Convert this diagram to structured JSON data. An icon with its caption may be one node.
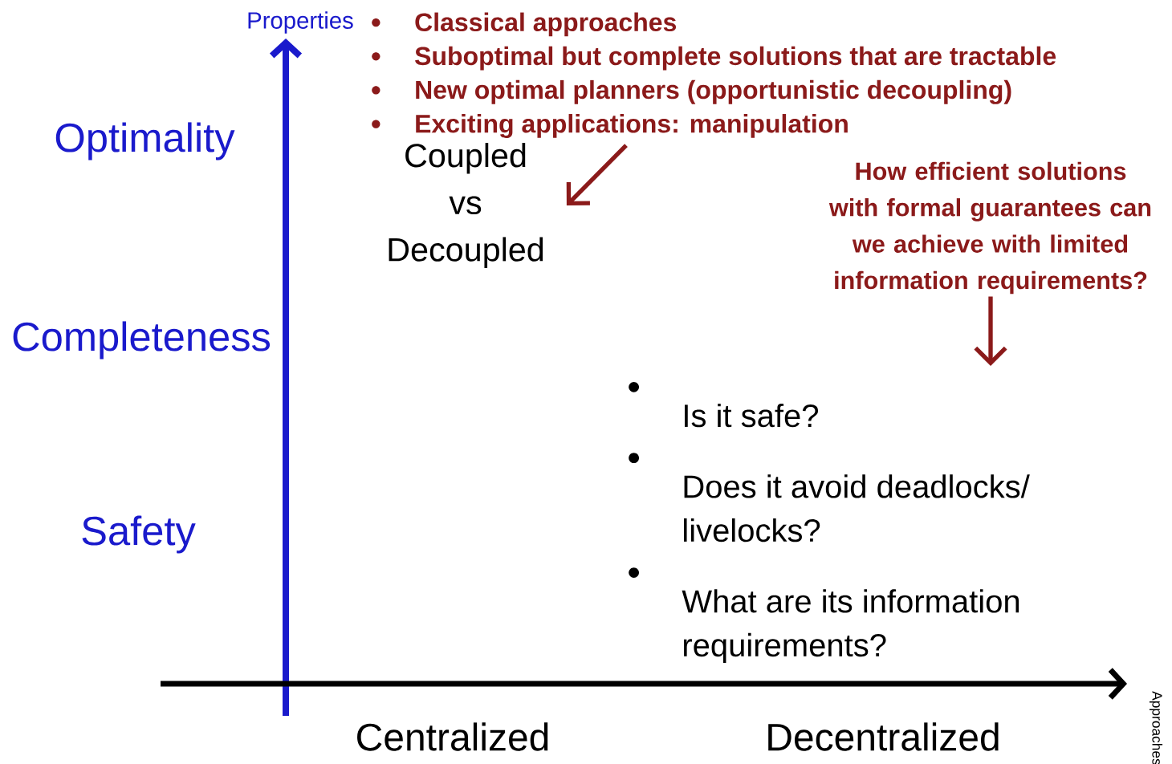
{
  "diagram": {
    "nodes": [
      {
        "text": [
          "Classical approaches",
          "Suboptimal but complete solutions that are tractable",
          "New optimal planners (opportunistic decoupling)",
          "Exciting applications: manipulation"
        ]
      },
      {
        "text": [
          "Coupled vs Decoupled"
        ]
      },
      {
        "text": [
          "How efficient solutions with formal guarantees can we achieve with limited information requirements?"
        ]
      },
      {
        "text": [
          "Is it safe?",
          "Does it avoid deadlocks/ livelocks?",
          "What are its information requirements?"
        ]
      }
    ],
    "edges": [
      {
        "from": 0,
        "to": 1,
        "arrow": "to"
      },
      {
        "from": 2,
        "to": 3,
        "arrow": "to"
      }
    ],
    "labels": [
      "Properties",
      "Optimality",
      "Completeness",
      "Safety",
      "Approaches",
      "Centralized",
      "Decentralized"
    ]
  }
}
